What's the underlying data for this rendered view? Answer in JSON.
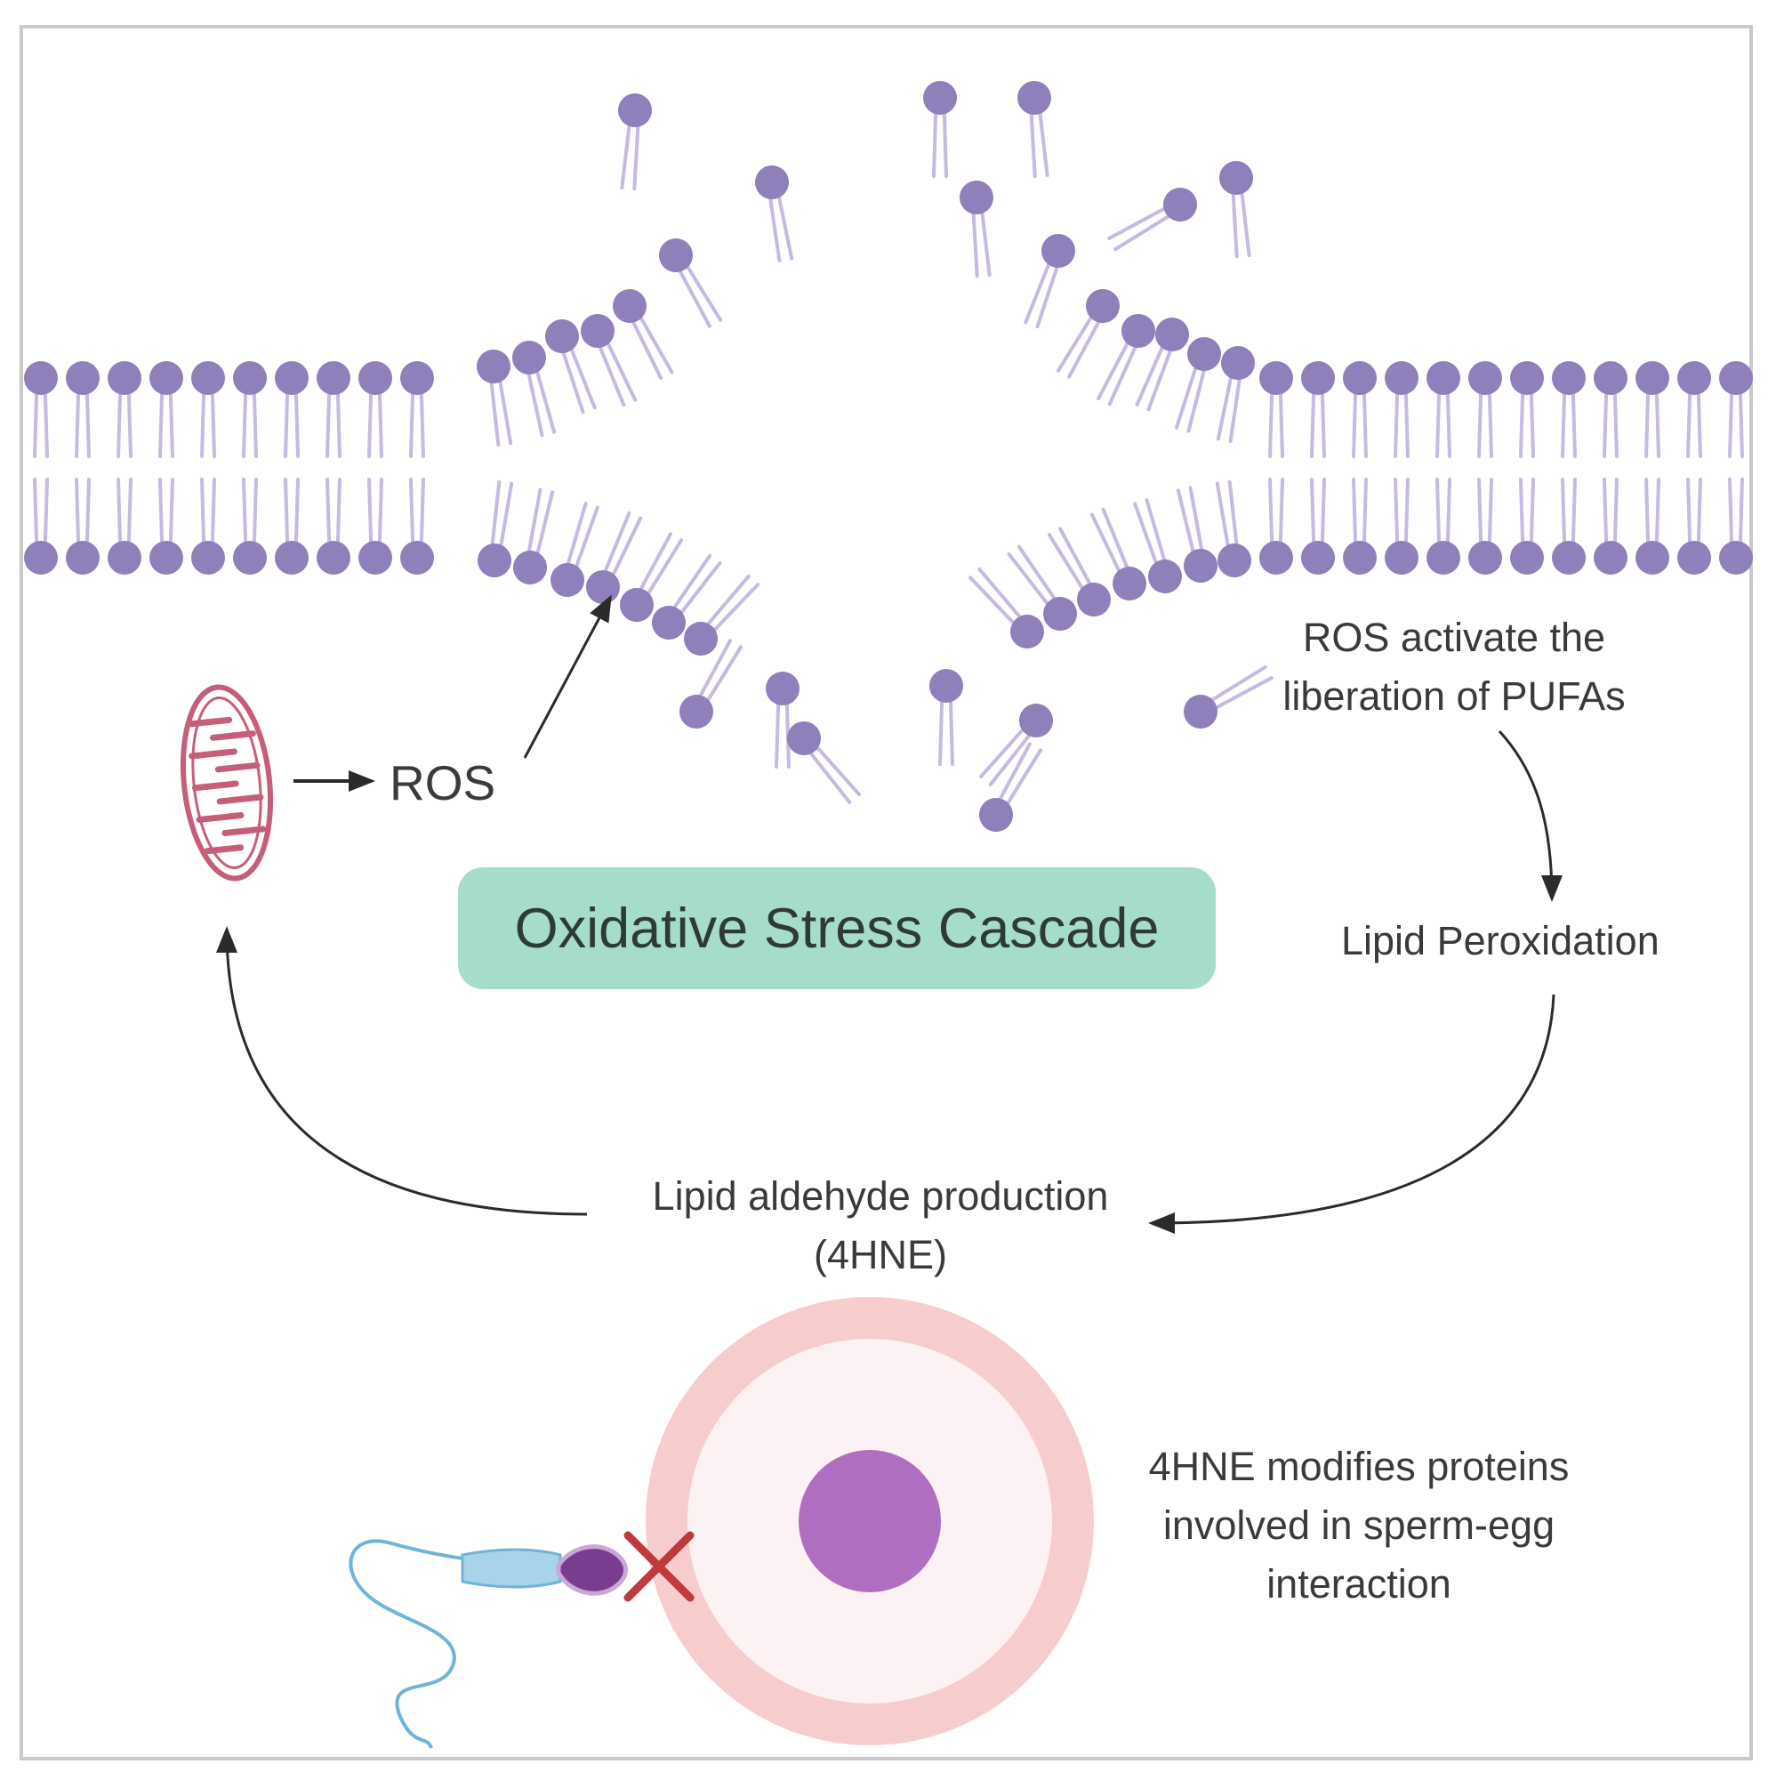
{
  "labels": {
    "ros": "ROS",
    "title": "Oxidative Stress Cascade",
    "liberation_line1": "ROS activate the",
    "liberation_line2": "liberation of PUFAs",
    "peroxidation": "Lipid Peroxidation",
    "aldehyde_line1": "Lipid aldehyde production",
    "aldehyde_line2": "(4HNE)",
    "modifies_line1": "4HNE modifies proteins",
    "modifies_line2": "involved in sperm-egg",
    "modifies_line3": "interaction"
  },
  "colors": {
    "phospholipid": "#8f7fba",
    "tail": "#c6b9e2",
    "title_box": "#a6dccb",
    "mitochondrion": "#c65e7a",
    "egg_outer": "#f7cccc",
    "egg_inner": "#fdf2f3",
    "egg_nucleus": "#b06ec0",
    "sperm": "#6fb3d6",
    "cross": "#c0393b",
    "text": "#3a3a3a"
  },
  "icons": [
    "mitochondrion-icon",
    "phospholipid-bilayer",
    "egg-cell-icon",
    "sperm-icon",
    "cross-icon"
  ]
}
